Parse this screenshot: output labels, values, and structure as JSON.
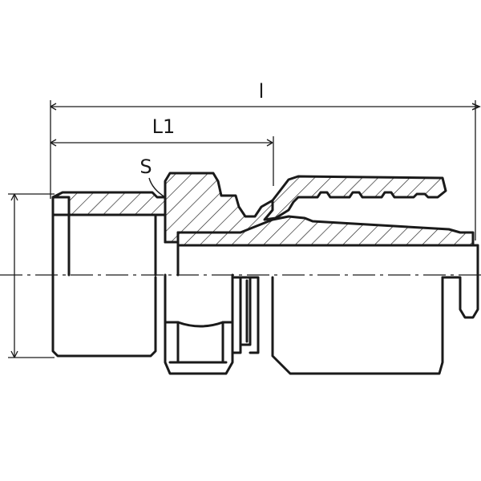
{
  "diagram": {
    "labels": {
      "overall_length": "l",
      "length_1": "L1",
      "hex_size": "S"
    }
  }
}
